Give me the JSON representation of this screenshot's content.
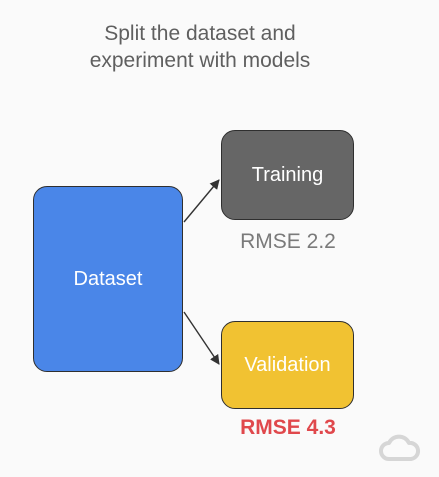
{
  "title": "Split the dataset and\nexperiment with models",
  "nodes": {
    "dataset": {
      "label": "Dataset",
      "color": "#4a86e8"
    },
    "training": {
      "label": "Training",
      "color": "#666666"
    },
    "validation": {
      "label": "Validation",
      "color": "#f1c232"
    }
  },
  "metrics": {
    "training": "RMSE 2.2",
    "validation": "RMSE 4.3"
  },
  "colors": {
    "background": "#fafafa",
    "training_metric": "#7a7a7a",
    "validation_metric": "#e0484c"
  },
  "logo": {
    "icon": "cloud-logo-icon"
  }
}
